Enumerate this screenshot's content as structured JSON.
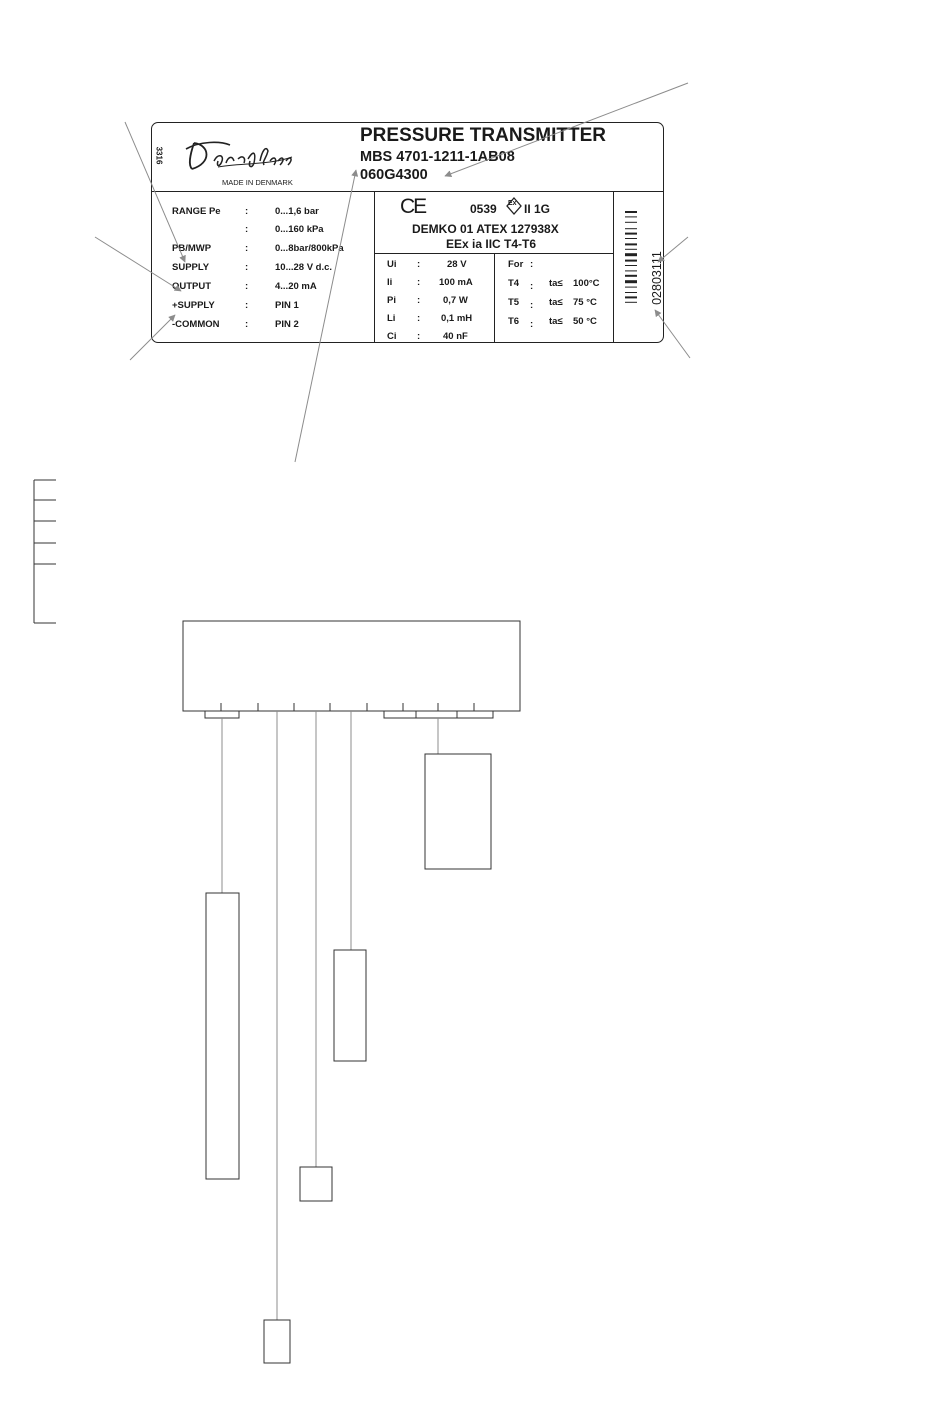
{
  "label": {
    "side_code": "3316",
    "brand": "Danfoss",
    "made_in": "MADE IN DENMARK",
    "title": "PRESSURE TRANSMITTER",
    "model": "MBS 4701-1211-1AB08",
    "code_number": "060G4300",
    "specs": [
      {
        "name": "RANGE Pe",
        "sep": ":",
        "value": "0...1,6 bar"
      },
      {
        "name": "",
        "sep": ":",
        "value": "0...160 kPa"
      },
      {
        "name": "PB/MWP",
        "sep": ":",
        "value": "0...8bar/800kPa"
      },
      {
        "name": "SUPPLY",
        "sep": ":",
        "value": "10...28 V d.c."
      },
      {
        "name": "OUTPUT",
        "sep": ":",
        "value": "4...20 mA"
      },
      {
        "name": "+SUPPLY",
        "sep": ":",
        "value": "PIN 1"
      },
      {
        "name": "-COMMON",
        "sep": ":",
        "value": "PIN 2"
      }
    ],
    "ce_mark": "CE",
    "notified_body": "0539",
    "ex_mark": "Ex",
    "ex_category": "II 1G",
    "certificate": "DEMKO 01 ATEX 127938X",
    "protection": "EEx ia IIC T4-T6",
    "electrical": [
      {
        "name": "Ui",
        "sep": ":",
        "value": "28 V"
      },
      {
        "name": "Ii",
        "sep": ":",
        "value": "100 mA"
      },
      {
        "name": "Pi",
        "sep": ":",
        "value": "0,7 W"
      },
      {
        "name": "Li",
        "sep": ":",
        "value": "0,1 mH"
      },
      {
        "name": "Ci",
        "sep": ":",
        "value": "40 nF"
      }
    ],
    "temp_header": {
      "name": "For",
      "sep": ":"
    },
    "temperatures": [
      {
        "class": "T4",
        "sep": ":",
        "ta": "ta≤",
        "value": "100°C"
      },
      {
        "class": "T5",
        "sep": ":",
        "ta": "ta≤",
        "value": "75 °C"
      },
      {
        "class": "T6",
        "sep": ":",
        "ta": "ta≤",
        "value": "50 °C"
      }
    ],
    "serial_number": "02803111"
  },
  "colors": {
    "ink": "#1a1a1a",
    "leader": "#8c8c8c"
  }
}
